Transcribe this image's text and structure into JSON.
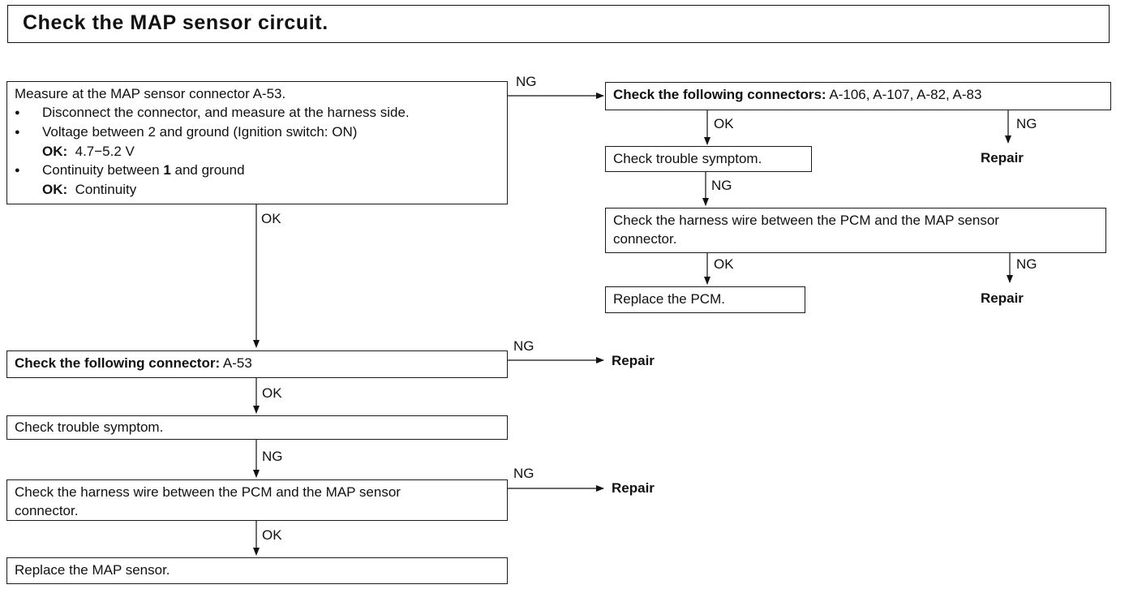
{
  "title": "Check the MAP sensor circuit.",
  "labels": {
    "ok": "OK",
    "ng": "NG",
    "repair": "Repair"
  },
  "main": {
    "measure": {
      "heading": "Measure at the MAP sensor connector A-53.",
      "bullet1": "Disconnect the connector, and measure at the harness side.",
      "bullet2": "Voltage between 2 and ground (Ignition switch: ON)",
      "ok_label": "OK:",
      "ok_value2": "4.7−5.2 V",
      "bullet3_pre": "Continuity between ",
      "bullet3_num": "1",
      "bullet3_post": " and ground",
      "ok_value3": "Continuity"
    },
    "connector": {
      "label": "Check the following connector:",
      "value": "A-53"
    },
    "symptom": "Check trouble symptom.",
    "harness_line1": "Check the harness wire between the PCM and the MAP sensor",
    "harness_line2": "connector.",
    "replace": "Replace the MAP sensor."
  },
  "branch": {
    "connectors": {
      "label": "Check the following connectors:",
      "value": "A-106, A-107, A-82, A-83"
    },
    "symptom": "Check trouble symptom.",
    "harness_line1": "Check the harness wire between the PCM and the MAP sensor",
    "harness_line2": "connector.",
    "replace": "Replace the PCM."
  }
}
